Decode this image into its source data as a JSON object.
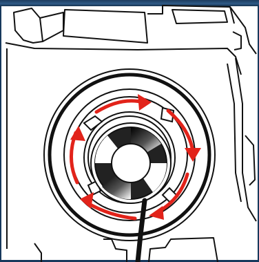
{
  "diagram": {
    "subject": "headlight-bulb-socket-rotation",
    "arrow_color": "#e2231a",
    "line_color": "#111111",
    "frame_color": "#17385c",
    "arrow_direction": "clockwise",
    "arrow_count": 4
  }
}
